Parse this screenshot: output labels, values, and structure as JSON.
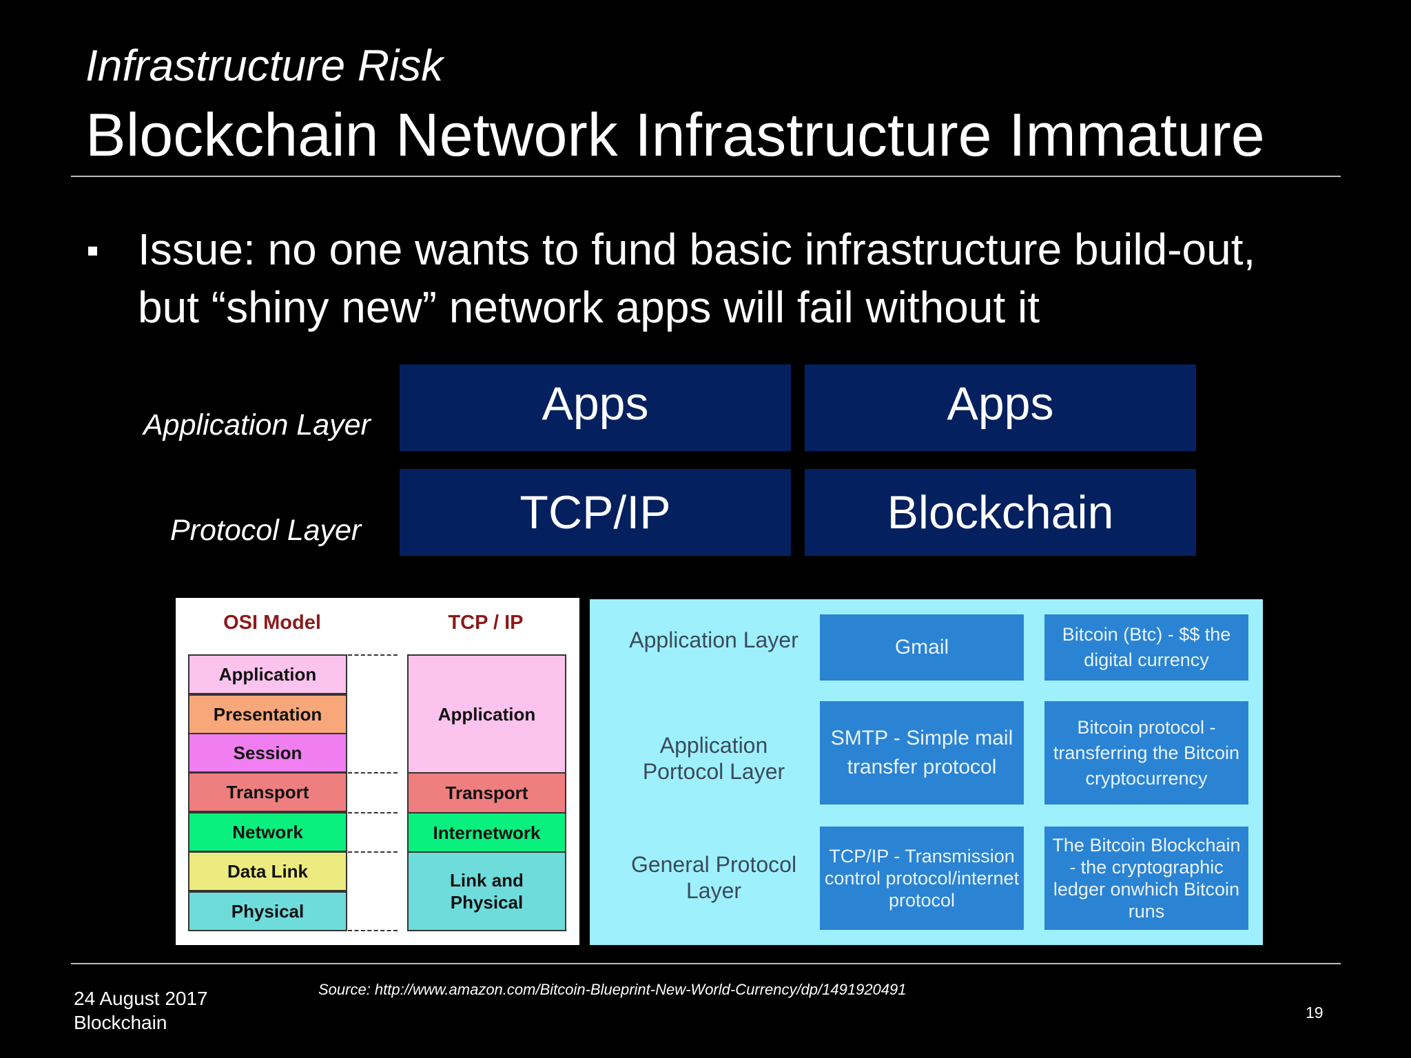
{
  "slide": {
    "subtitle": "Infrastructure Risk",
    "title": "Blockchain Network Infrastructure Immature",
    "bullet": "Issue: no one wants to fund basic infrastructure build-out, but “shiny new” network apps will fail without it"
  },
  "layers": {
    "application_label": "Application Layer",
    "protocol_label": "Protocol Layer",
    "apps_left": "Apps",
    "apps_right": "Apps",
    "tcpip": "TCP/IP",
    "blockchain": "Blockchain"
  },
  "osi_figure": {
    "osi_header": "OSI Model",
    "tcpip_header": "TCP / IP",
    "osi_layers": [
      {
        "label": "Application",
        "color": "#fbc3ee"
      },
      {
        "label": "Presentation",
        "color": "#f7a779"
      },
      {
        "label": "Session",
        "color": "#f07ef0"
      },
      {
        "label": "Transport",
        "color": "#ef7f7f"
      },
      {
        "label": "Network",
        "color": "#09f07e"
      },
      {
        "label": "Data Link",
        "color": "#eceb7f"
      },
      {
        "label": "Physical",
        "color": "#6fdcdc"
      }
    ],
    "tcpip_layers": [
      {
        "label": "Application",
        "color": "#fbc3ee"
      },
      {
        "label": "Transport",
        "color": "#ef7f7f"
      },
      {
        "label": "Internetwork",
        "color": "#09f07e"
      },
      {
        "label": "Link and Physical",
        "color": "#6fdcdc"
      }
    ]
  },
  "blockchain_figure": {
    "rows": [
      {
        "label": "Application Layer",
        "left": "Gmail",
        "right": "Bitcoin (Btc) - $$ the digital currency"
      },
      {
        "label": "Application Portocol Layer",
        "left": "SMTP - Simple mail transfer protocol",
        "right": "Bitcoin protocol - transferring the Bitcoin cryptocurrency"
      },
      {
        "label": "General Protocol Layer",
        "left": "TCP/IP - Transmission control protocol/internet protocol",
        "right": "The Bitcoin Blockchain - the cryptographic ledger onwhich Bitcoin runs"
      }
    ]
  },
  "footer": {
    "date": "24 August 2017",
    "topic": "Blockchain",
    "source": "Source: http://www.amazon.com/Bitcoin-Blueprint-New-World-Currency/dp/1491920491",
    "page_number": "19"
  }
}
